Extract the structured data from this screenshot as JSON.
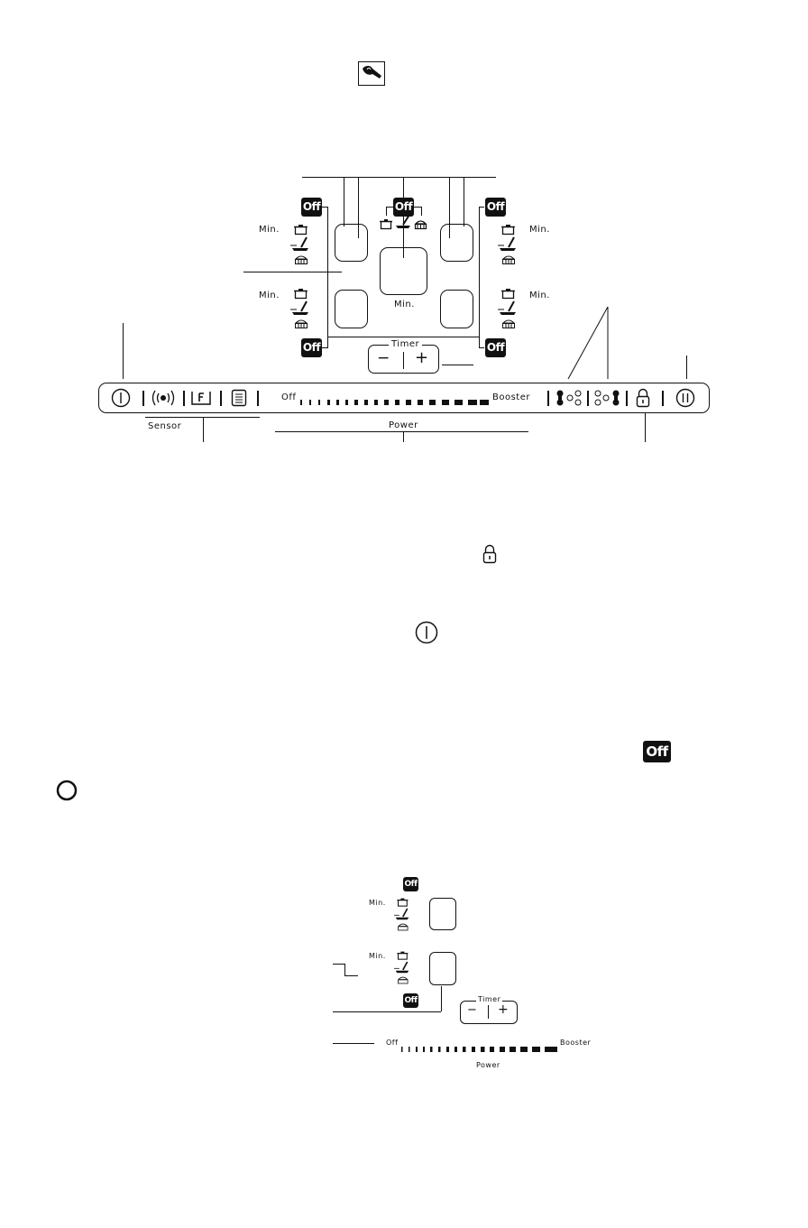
{
  "panel": {
    "off_badge": "Off",
    "min_label": "Min.",
    "timer_label": "Timer",
    "timer_minus": "−",
    "timer_plus": "+",
    "sensor_label": "Sensor",
    "power_label": "Power",
    "power_off": "Off",
    "power_booster": "Booster"
  },
  "icons": [
    "hand-touch-icon",
    "power-icon",
    "sensor-icon",
    "keep-warm-icon",
    "recipe-icon",
    "bridge-left-icon",
    "bridge-right-icon",
    "lock-icon",
    "pause-icon",
    "pot-icon",
    "pan-icon",
    "grill-icon",
    "circle-icon"
  ],
  "colors": {
    "ink": "#111111",
    "badge_text": "#ffffff",
    "background": "#ffffff"
  }
}
